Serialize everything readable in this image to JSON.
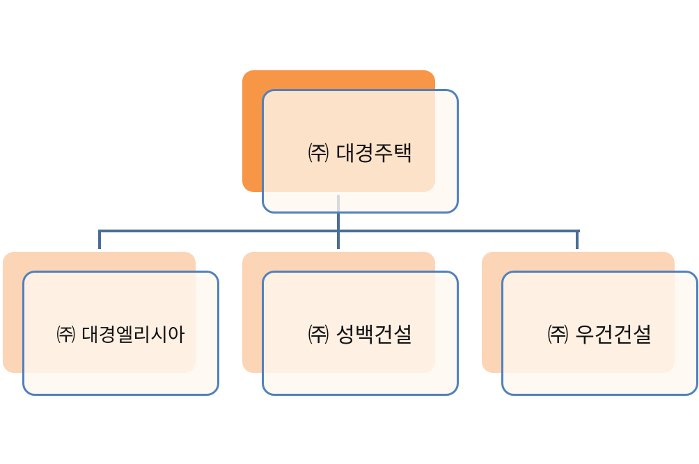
{
  "org_chart": {
    "root": {
      "label": "㈜ 대경주택"
    },
    "children": [
      {
        "label": "㈜ 대경엘리시아"
      },
      {
        "label": "㈜ 성백건설"
      },
      {
        "label": "㈜ 우건건설"
      }
    ]
  },
  "colors": {
    "connector": "#4a6d96",
    "node_border": "#4f81bd",
    "root_shadow": "#f79646",
    "child_shadow": "#fbd5b5",
    "node_fill": "#fff7f0"
  }
}
